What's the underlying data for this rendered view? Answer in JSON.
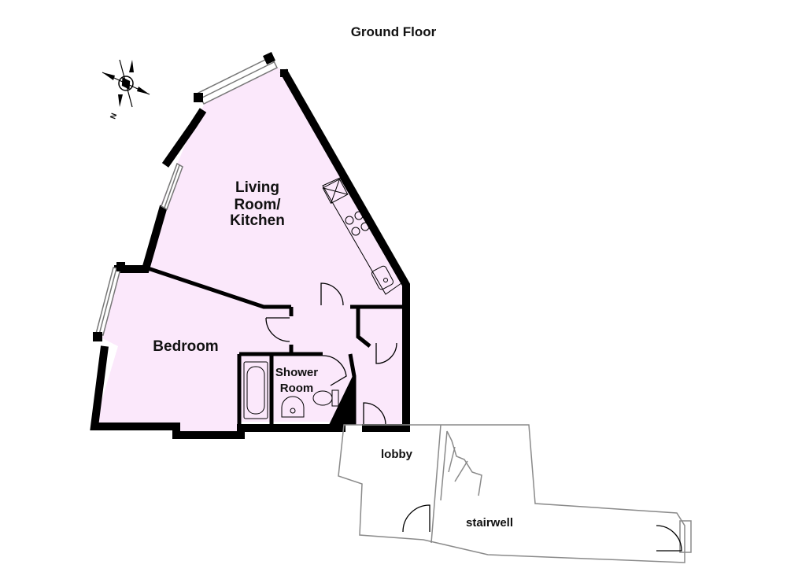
{
  "title": "Ground Floor",
  "rooms": {
    "living_line1": "Living",
    "living_line2": "Room/",
    "living_line3": "Kitchen",
    "bedroom": "Bedroom",
    "shower_line1": "Shower",
    "shower_line2": "Room",
    "lobby": "lobby",
    "stairwell": "stairwell"
  },
  "compass": {
    "north_label": "N"
  },
  "colors": {
    "room_fill": "#fbe8fb",
    "wall": "#000000",
    "outline": "#8a8a8a"
  }
}
